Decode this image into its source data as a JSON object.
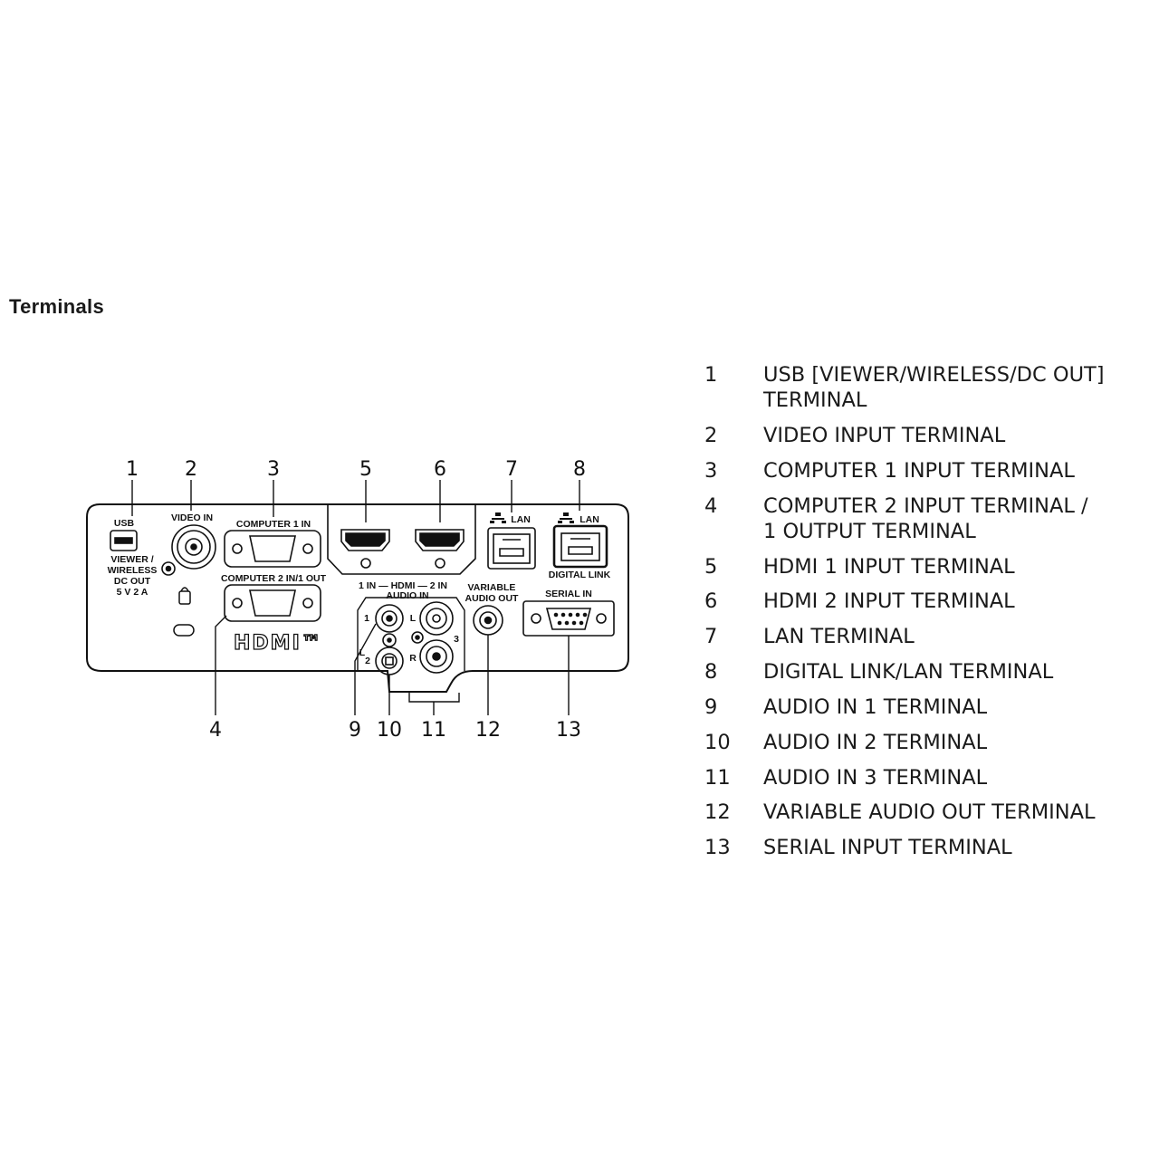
{
  "heading": "Terminals",
  "callouts": [
    "1",
    "2",
    "3",
    "4",
    "5",
    "6",
    "7",
    "8",
    "9",
    "10",
    "11",
    "12",
    "13"
  ],
  "panel_labels": {
    "usb": "USB",
    "viewer_line1": "VIEWER /",
    "viewer_line2": "WIRELESS",
    "viewer_line3": "DC OUT",
    "viewer_line4": "5 V  2 A",
    "video_in": "VIDEO IN",
    "computer1_in": "COMPUTER 1 IN",
    "computer2": "COMPUTER 2 IN/1 OUT",
    "hdmi_row": "1 IN — HDMI — 2 IN",
    "hdmi_logo": "HDMI™",
    "lan": "LAN",
    "lan2": "LAN",
    "digital_link": "DIGITAL LINK",
    "audio_in": "AUDIO IN",
    "variable": "VARIABLE",
    "audio_out": "AUDIO OUT",
    "serial_in": "SERIAL IN",
    "audio_1": "1",
    "audio_2": "2",
    "audio_3": "3",
    "audio_L": "L",
    "audio_R": "R",
    "audio_L2": "L"
  },
  "legend": [
    {
      "num": "1",
      "lines": [
        "USB [VIEWER/WIRELESS/DC OUT]",
        "TERMINAL"
      ]
    },
    {
      "num": "2",
      "lines": [
        "VIDEO INPUT TERMINAL"
      ]
    },
    {
      "num": "3",
      "lines": [
        "COMPUTER 1 INPUT TERMINAL"
      ]
    },
    {
      "num": "4",
      "lines": [
        "COMPUTER 2 INPUT TERMINAL /",
        "1 OUTPUT TERMINAL"
      ]
    },
    {
      "num": "5",
      "lines": [
        "HDMI 1 INPUT TERMINAL"
      ]
    },
    {
      "num": "6",
      "lines": [
        "HDMI 2 INPUT TERMINAL"
      ]
    },
    {
      "num": "7",
      "lines": [
        "LAN TERMINAL"
      ]
    },
    {
      "num": "8",
      "lines": [
        "DIGITAL LINK/LAN TERMINAL"
      ]
    },
    {
      "num": "9",
      "lines": [
        "AUDIO IN 1 TERMINAL"
      ]
    },
    {
      "num": "10",
      "lines": [
        "AUDIO IN 2 TERMINAL"
      ]
    },
    {
      "num": "11",
      "lines": [
        "AUDIO IN 3 TERMINAL"
      ]
    },
    {
      "num": "12",
      "lines": [
        "VARIABLE AUDIO OUT TERMINAL"
      ]
    },
    {
      "num": "13",
      "lines": [
        "SERIAL INPUT TERMINAL"
      ]
    }
  ]
}
